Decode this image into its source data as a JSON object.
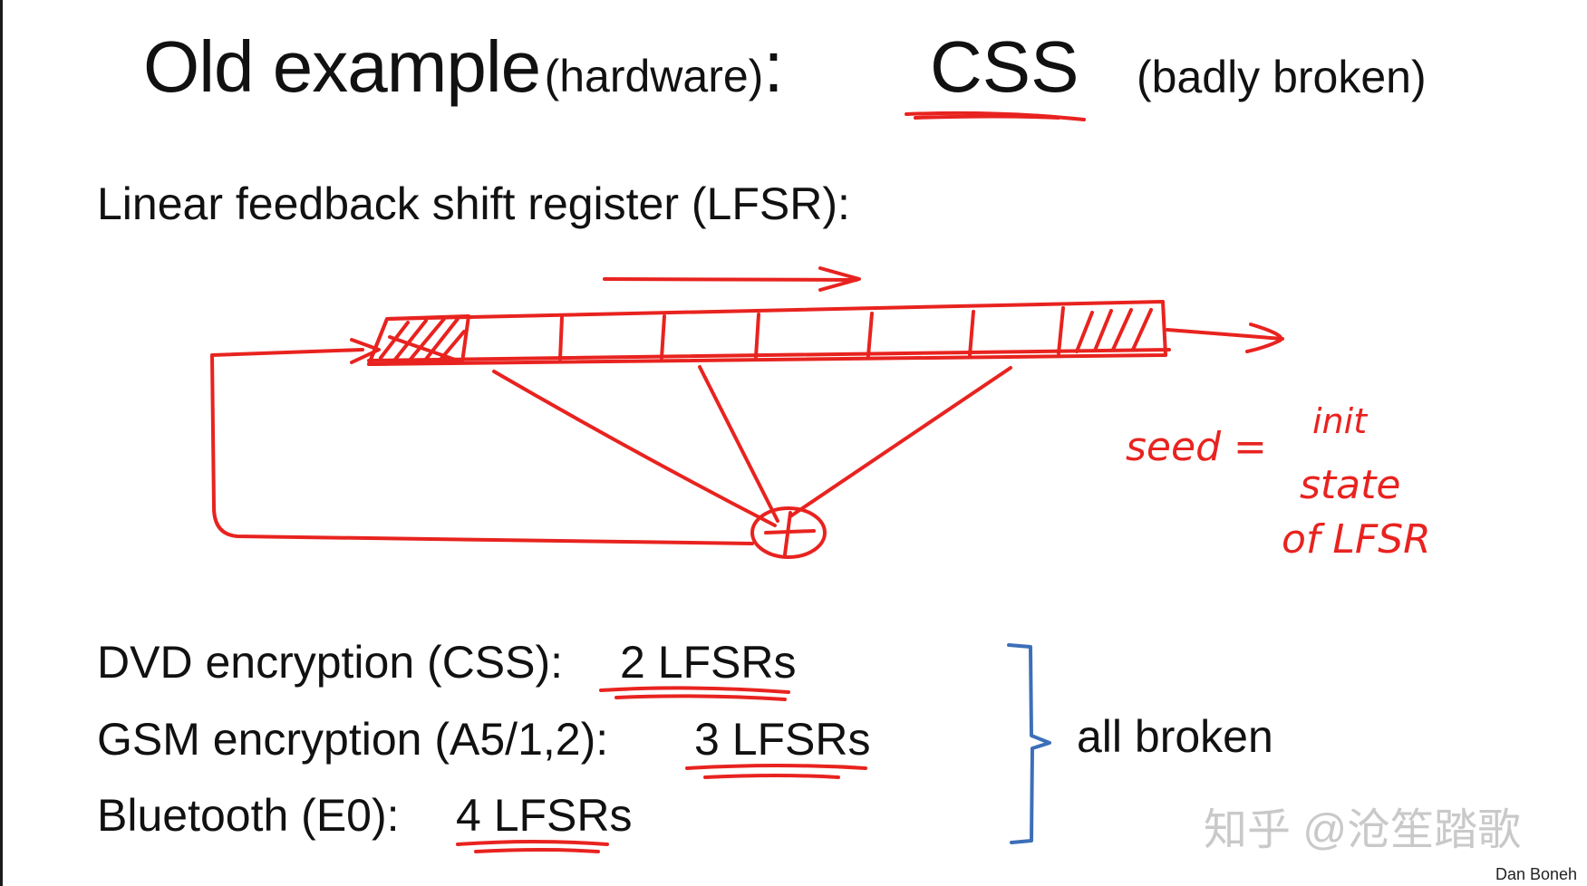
{
  "title": {
    "main": "Old example",
    "qualifier": "(hardware)",
    "colon": ":",
    "cipher": "CSS",
    "note": "(badly broken)"
  },
  "subtitle": "Linear feedback shift register  (LFSR):",
  "annotation": {
    "line1": "seed =",
    "line2": "init",
    "line3": "state",
    "line4": "of LFSR"
  },
  "examples": [
    {
      "label": "DVD encryption (CSS):",
      "value": "2 LFSRs"
    },
    {
      "label": "GSM encryption (A5/1,2):",
      "value": "3 LFSRs"
    },
    {
      "label": "Bluetooth (E0):",
      "value": "4 LFSRs"
    }
  ],
  "bracket_label": "all broken",
  "credit": "Dan Boneh",
  "watermark": "知乎 @沧笙踏歌",
  "colors": {
    "text": "#111111",
    "annotation_red": "#e8231f",
    "bracket_blue": "#3d6fb8",
    "watermark": "#c9c9c9"
  }
}
